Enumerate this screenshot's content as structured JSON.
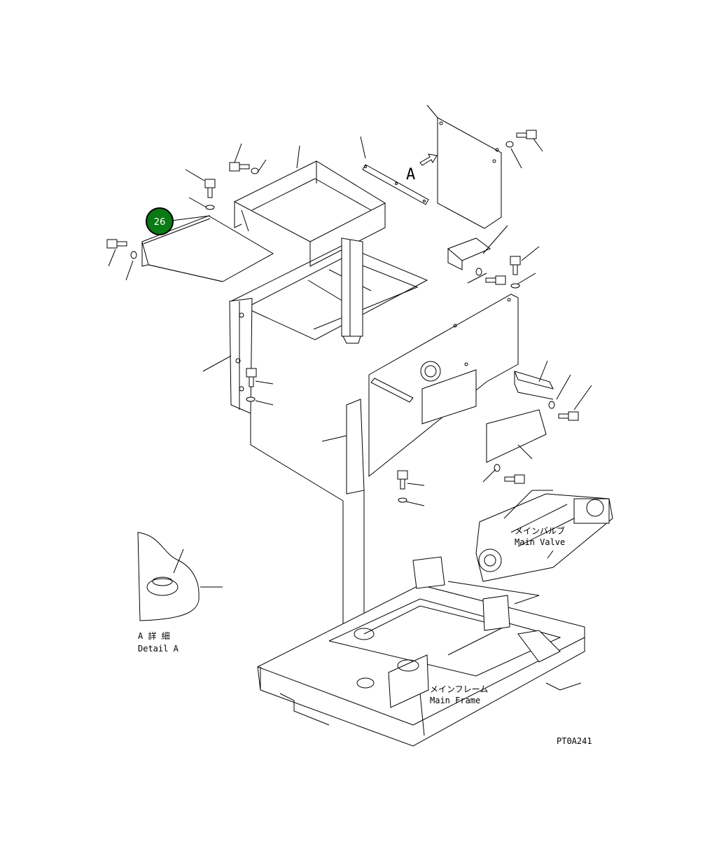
{
  "drawing": {
    "callout": {
      "number": "26",
      "color": "#0a7a14",
      "border": "#000000"
    },
    "view_marker": "A",
    "detail": {
      "label_jp": "A 詳 細",
      "label_en": "Detail A"
    },
    "main_valve": {
      "label_jp": "メインバルブ",
      "label_en": "Main Valve"
    },
    "main_frame": {
      "label_jp": "メインフレーム",
      "label_en": "Main Frame"
    },
    "drawing_code": "PT0A241"
  }
}
